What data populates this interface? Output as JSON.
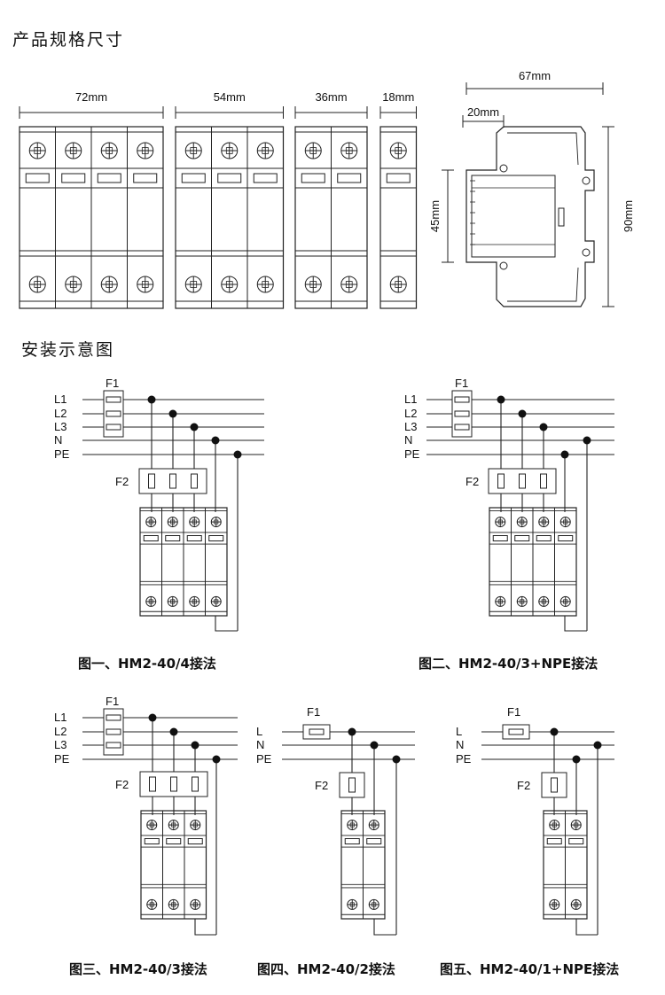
{
  "section_dimensions": {
    "title": "产品规格尺寸",
    "width_labels": [
      "72mm",
      "54mm",
      "36mm",
      "18mm"
    ],
    "side_labels": {
      "depth": "67mm",
      "offset": "20mm",
      "body_height": "45mm",
      "total_height": "90mm"
    }
  },
  "section_install": {
    "title": "安装示意图"
  },
  "wiring_labels": {
    "L1": "L1",
    "L2": "L2",
    "L3": "L3",
    "N": "N",
    "PE": "PE",
    "L": "L",
    "F1": "F1",
    "F2": "F2"
  },
  "diagrams": [
    {
      "caption": "图一、HM2-40/4接法"
    },
    {
      "caption": "图二、HM2-40/3+NPE接法"
    },
    {
      "caption": "图三、HM2-40/3接法"
    },
    {
      "caption": "图四、HM2-40/2接法"
    },
    {
      "caption": "图五、HM2-40/1+NPE接法"
    }
  ]
}
